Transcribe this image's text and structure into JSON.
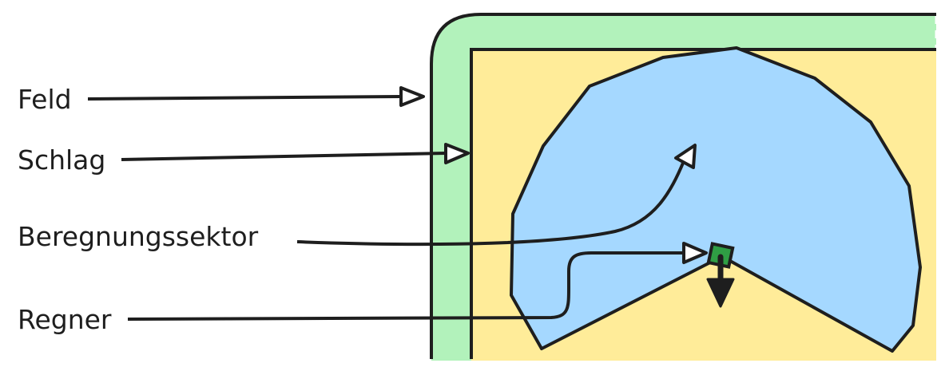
{
  "labels": {
    "feld": "Feld",
    "schlag": "Schlag",
    "sektor": "Beregnungssektor",
    "regner": "Regner"
  },
  "colors": {
    "field": "#b2f2bb",
    "plot": "#ffec99",
    "sector": "#a5d8ff",
    "sprinkler": "#2f9e44",
    "stroke": "#1e1e1e"
  }
}
